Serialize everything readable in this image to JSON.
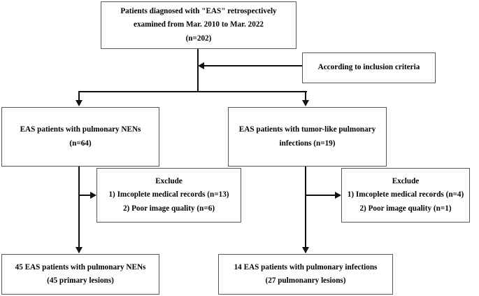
{
  "figure": {
    "type": "flowchart",
    "title": "EAS patient selection flowchart",
    "colors": {
      "box_border": "#58585a",
      "connector": "#111111",
      "background": "#ffffff",
      "text": "#000000"
    }
  },
  "nodes": {
    "top": {
      "id": "cohort-screened",
      "lines": [
        "Patients diagnosed with \"EAS\" retrospectively",
        "examined from Mar. 2010 to Mar. 2022",
        "(n=202)"
      ],
      "count": 202
    },
    "criteria": {
      "id": "inclusion-criteria",
      "lines": [
        "According to inclusion criteria"
      ]
    },
    "branch_left": {
      "id": "eas-pulmonary-nens",
      "lines": [
        "EAS patients with pulmonary NENs",
        "(n=64)"
      ],
      "count": 64
    },
    "branch_right": {
      "id": "eas-tumor-like-infections",
      "lines": [
        "EAS patients with tumor-like pulmonary",
        "infections (n=19)"
      ],
      "count": 19
    },
    "exclude_left": {
      "id": "exclude-nens",
      "lines": [
        "Exclude",
        "1) Imcoplete medical records (n=13)",
        "2) Poor image quality (n=6)"
      ],
      "incomplete_records": 13,
      "poor_image_quality": 6
    },
    "exclude_right": {
      "id": "exclude-infections",
      "lines": [
        "Exclude",
        "1) Imcoplete medical records (n=4)",
        "2) Poor image quality (n=1)"
      ],
      "incomplete_records": 4,
      "poor_image_quality": 1
    },
    "result_left": {
      "id": "final-nens",
      "lines": [
        "45 EAS patients with pulmonary NENs",
        "(45 primary lesions)"
      ],
      "patients": 45,
      "lesions": 45
    },
    "result_right": {
      "id": "final-infections",
      "lines": [
        "14 EAS patients with pulmonary infections",
        "(27 pulmonanry lesions)"
      ],
      "patients": 14,
      "lesions": 27
    }
  },
  "connectors": [
    {
      "name": "trunk-main",
      "from": "top",
      "to": "split",
      "arrow": "none"
    },
    {
      "name": "criteria-arrow",
      "from": "criteria",
      "to": "trunk-main",
      "arrow": "left"
    },
    {
      "name": "split-to-branch-left",
      "from": "split",
      "to": "branch_left",
      "arrow": "down"
    },
    {
      "name": "split-to-branch-right",
      "from": "split",
      "to": "branch_right",
      "arrow": "down"
    },
    {
      "name": "branch-left-to-exclude",
      "from": "branch_left",
      "to": "exclude_left",
      "arrow": "right"
    },
    {
      "name": "branch-left-to-result",
      "from": "branch_left",
      "to": "result_left",
      "arrow": "down"
    },
    {
      "name": "branch-right-to-exclude",
      "from": "branch_right",
      "to": "exclude_right",
      "arrow": "right"
    },
    {
      "name": "branch-right-to-result",
      "from": "branch_right",
      "to": "result_right",
      "arrow": "down"
    }
  ]
}
